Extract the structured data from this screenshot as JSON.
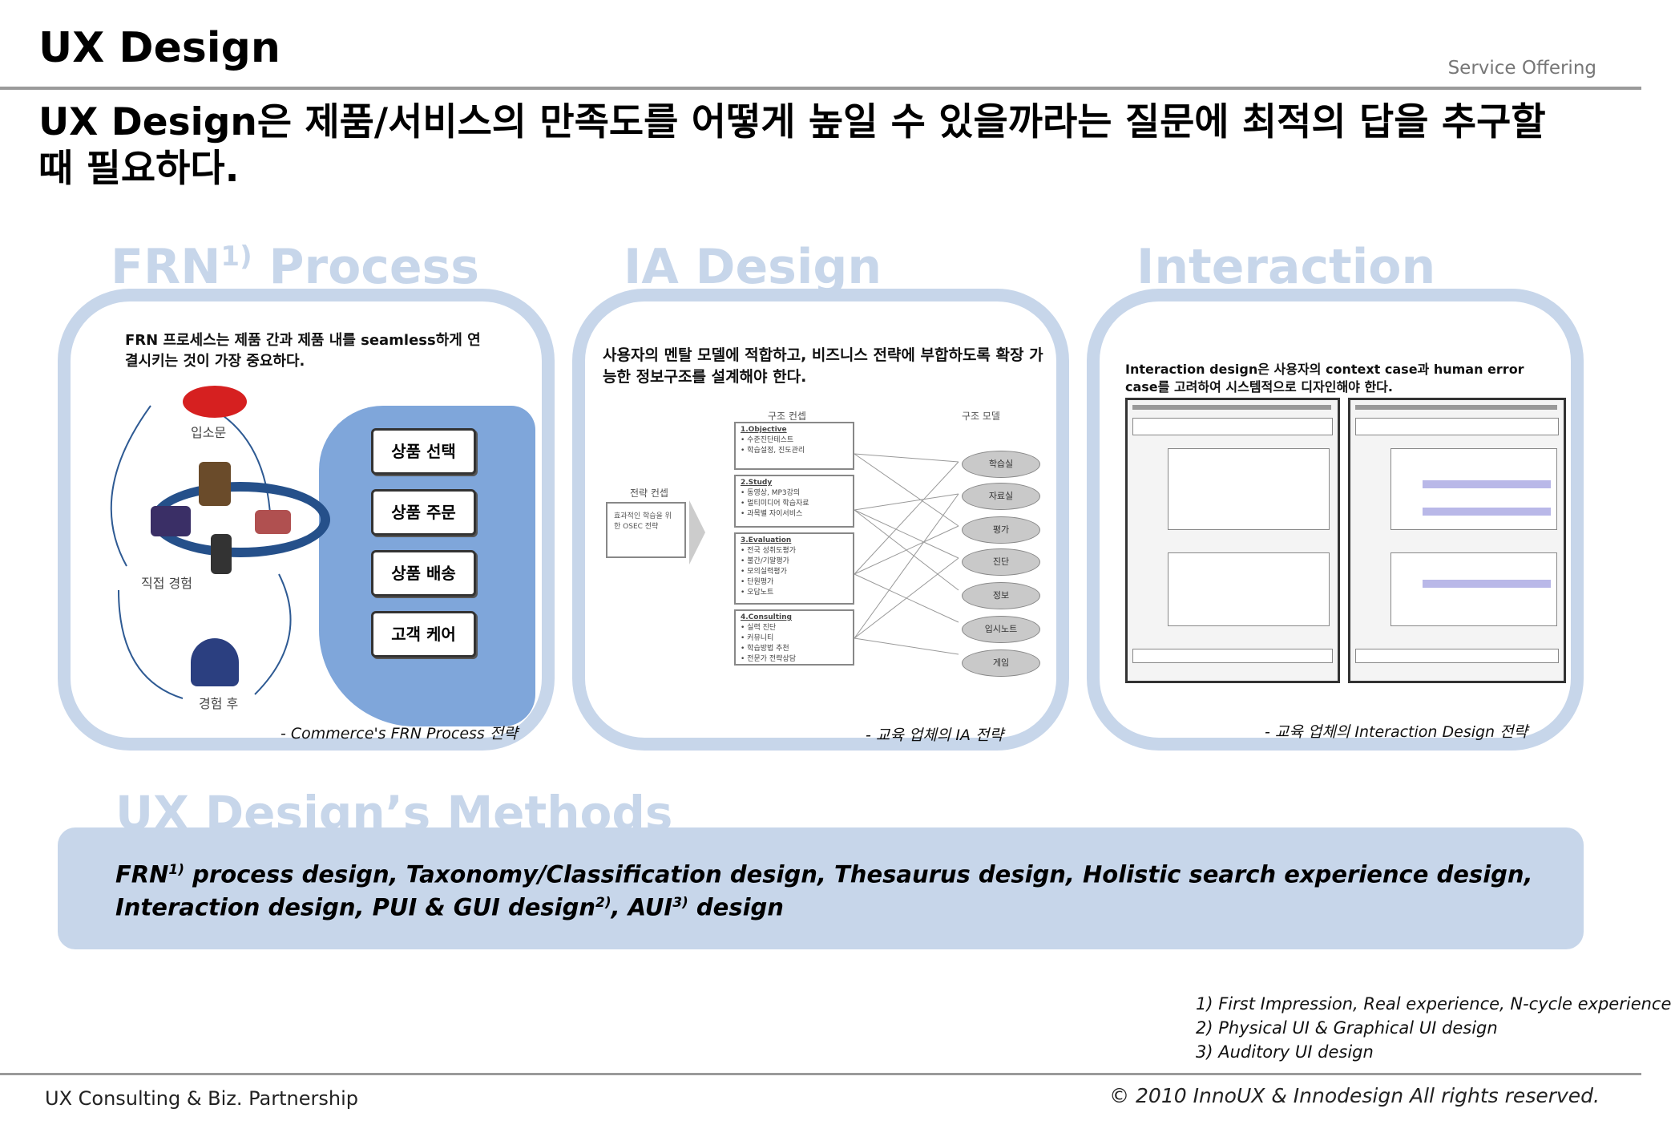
{
  "header": {
    "title": "UX Design",
    "section": "Service Offering",
    "headline": "UX Design은 제품/서비스의 만족도를 어떻게 높일 수 있을까라는 질문에 최적의 답을 추구할 때 필요하다."
  },
  "panels": [
    {
      "title": "FRN",
      "title_sup": "1)",
      "title_rest": " Process",
      "description": "FRN 프로세스는 제품 간과 제품 내를 seamless하게 연결시키는 것이 가장 중요하다.",
      "caption": "-  Commerce's FRN Process 전략",
      "labels": {
        "top": "입소문",
        "left": "직접 경험",
        "bottom": "경험 후"
      },
      "steps": [
        "상품   선택",
        "상품   주문",
        "상품   배송",
        "고객   케어"
      ]
    },
    {
      "title": "IA Design",
      "description": "사용자의 멘탈 모델에 적합하고, 비즈니스 전략에 부합하도록 확장 가능한 정보구조를 설계해야 한다.",
      "caption": "-  교육 업체의 IA 전략",
      "col_headers": {
        "strategy": "전략 컨셉",
        "structure": "구조 컨셉",
        "model": "구조 모델"
      },
      "strategy_box": "효과적인 학습을 위한 OSEC 전략",
      "sections": [
        {
          "heading": "1.Objective",
          "items": [
            "• 수준진단테스트",
            "• 학습설정, 진도관리"
          ]
        },
        {
          "heading": "2.Study",
          "items": [
            "• 동영상, MP3강의",
            "• 멀티미디어 학습자료",
            "• 과목별 자이서비스"
          ]
        },
        {
          "heading": "3.Evaluation",
          "items": [
            "• 전국 성취도평가",
            "• 불간/기말평가",
            "• 모의실력평가",
            "• 단원평가",
            "• 오답노트"
          ]
        },
        {
          "heading": "4.Consulting",
          "items": [
            "• 실력 진단",
            "• 커뮤니티",
            "• 학습방법 추천",
            "• 전문가 전략상담"
          ]
        }
      ],
      "models": [
        "학습실",
        "자료실",
        "평가",
        "진단",
        "정보",
        "입시노트",
        "게임"
      ]
    },
    {
      "title": "Interaction",
      "description": "Interaction design은 사용자의 context case과 human error case를 고려하여 시스템적으로 디자인해야 한다.",
      "caption": "-  교육 업체의 Interaction Design 전략"
    }
  ],
  "methods": {
    "title": "UX Design’s Methods",
    "part1": "FRN",
    "sup1": "1)",
    "part2": " process design, Taxonomy/Classification design, Thesaurus design, Holistic search experience design, Interaction design, PUI & GUI design",
    "sup2": "2)",
    "part3": ", AUI",
    "sup3": "3)",
    "part4": " design"
  },
  "notes": [
    "1) First Impression, Real experience, N-cycle experience",
    "2) Physical UI & Graphical UI design",
    "3) Auditory UI design"
  ],
  "footer": {
    "left": "UX Consulting & Biz. Partnership",
    "right": "© 2010 InnoUX & Innodesign All rights reserved."
  },
  "colors": {
    "panel_border": "#c7d6ea",
    "frn_blob": "#7fa6da",
    "rule": "#9a9a9a"
  }
}
